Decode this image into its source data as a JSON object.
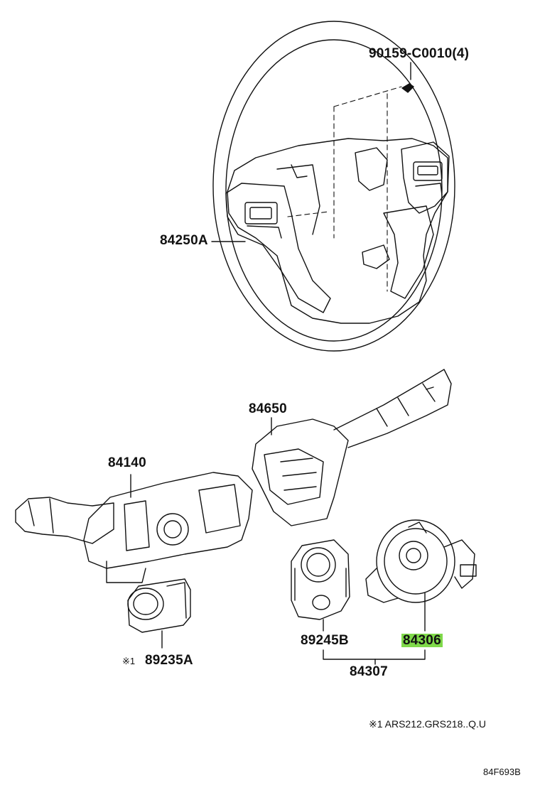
{
  "labels": {
    "bolt": "90159-C0010(4)",
    "wheel": "84250A",
    "switch_right": "84650",
    "switch_left": "84140",
    "note_mark": "※1",
    "small_switch": "89235A",
    "sensor": "89245B",
    "spiral_cable": "84306",
    "assembly": "84307",
    "footnote": "※1 ARS212.GRS218..Q.U",
    "diagram_code": "84F693B"
  },
  "highlight_color": "#7fd94a"
}
